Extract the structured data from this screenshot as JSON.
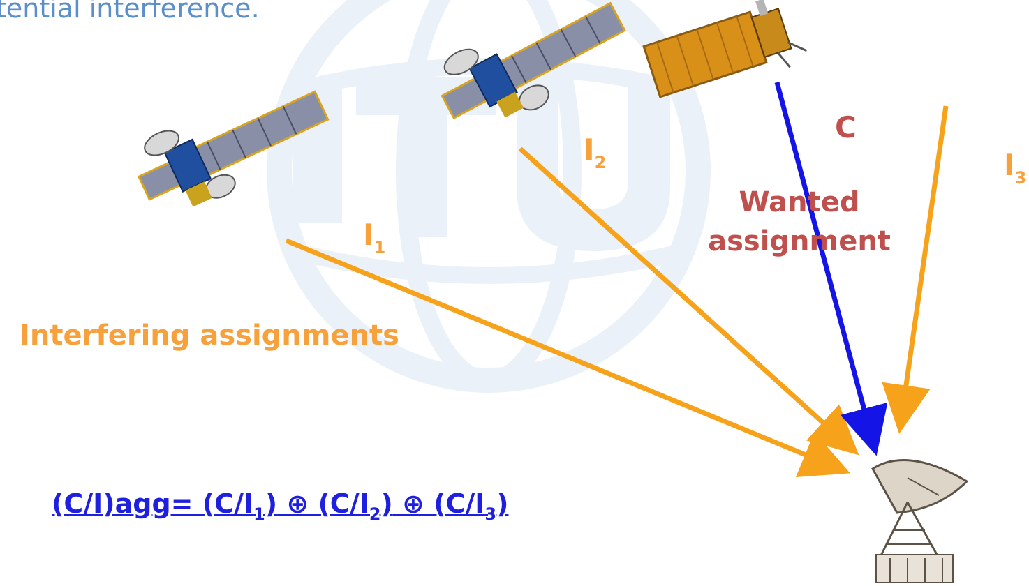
{
  "intro_text": "tential interference.",
  "labels": {
    "carrier": "C",
    "wanted": "Wanted assignment",
    "interfering": "Interfering assignments",
    "i1": {
      "main": "I",
      "sub": "1"
    },
    "i2": {
      "main": "I",
      "sub": "2"
    },
    "i3": {
      "main": "I",
      "sub": "3"
    }
  },
  "formula": {
    "lhs": "(C/I)agg= ",
    "t1_open": "(C/I",
    "t1_sub": "1",
    "t1_close": ")",
    "op1": " ⊕ ",
    "t2_open": "(C/I",
    "t2_sub": "2",
    "t2_close": ")",
    "op2": " ⊕ ",
    "t3_open": "(C/I",
    "t3_sub": "3",
    "t3_close": ")"
  },
  "colors": {
    "wanted_link": "#1414e6",
    "interfering_link": "#f7a21b",
    "carrier_label": "#c0504d",
    "interfering_label": "#f7a13c",
    "formula": "#1f1fe0",
    "watermark": "#dbe7f3"
  },
  "icons": [
    "satellite-1-icon",
    "satellite-2-icon",
    "wanted-satellite-icon",
    "earth-station-dish-icon",
    "itu-logo-watermark"
  ]
}
